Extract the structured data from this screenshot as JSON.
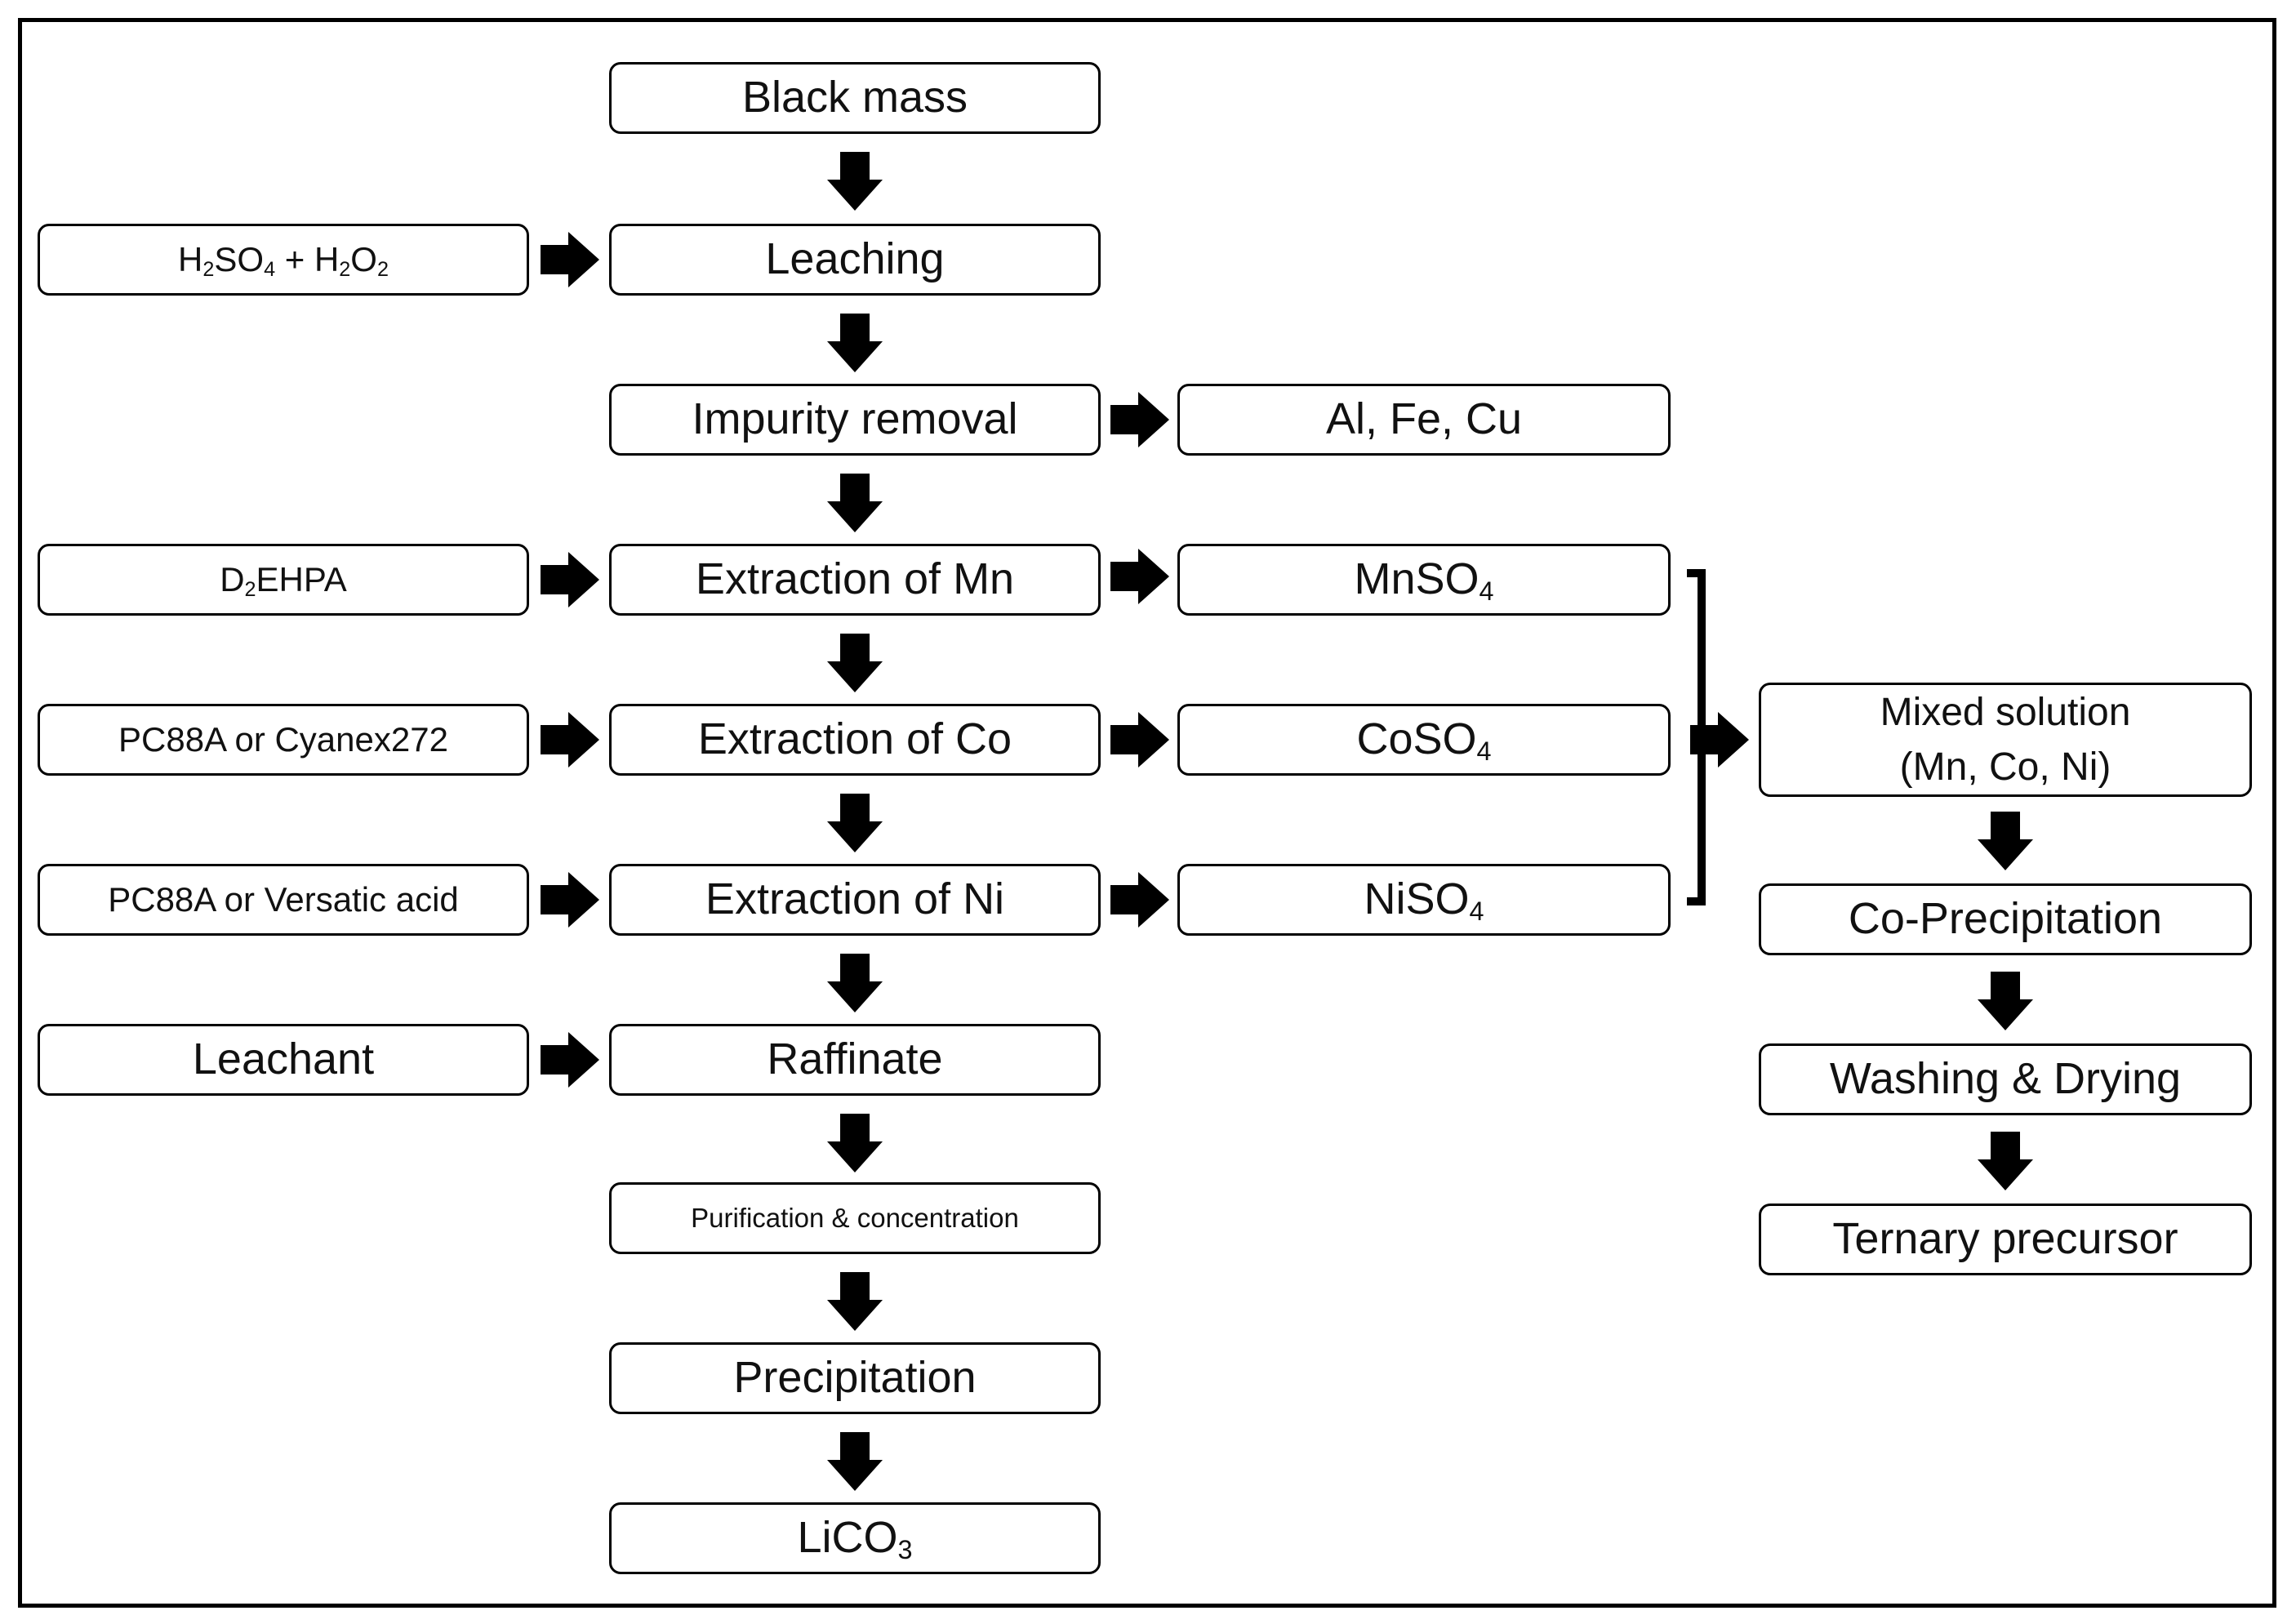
{
  "main_flow": {
    "black_mass": "Black mass",
    "leaching": "Leaching",
    "impurity_removal": "Impurity removal",
    "extraction_mn": "Extraction of Mn",
    "extraction_co": "Extraction of Co",
    "extraction_ni": "Extraction of Ni",
    "raffinate": "Raffinate",
    "purification": "Purification & concentration",
    "precipitation": "Precipitation",
    "lico3": {
      "base": "LiCO",
      "sub": "3"
    }
  },
  "reagents": {
    "leach_agent": {
      "p1": "H",
      "s1": "2",
      "p2": "SO",
      "s2": "4",
      "p3": " + H",
      "s3": "2",
      "p4": "O",
      "s4": "2"
    },
    "d2ehpa": {
      "p1": "D",
      "s1": "2",
      "p2": "EHPA"
    },
    "co_extractant": "PC88A or Cyanex272",
    "ni_extractant": "PC88A or Versatic acid",
    "leachant": "Leachant"
  },
  "products": {
    "impurities": "Al, Fe, Cu",
    "mnso4": {
      "base": "MnSO",
      "sub": "4"
    },
    "coso4": {
      "base": "CoSO",
      "sub": "4"
    },
    "niso4": {
      "base": "NiSO",
      "sub": "4"
    }
  },
  "precursor_flow": {
    "mixed_line1": "Mixed solution",
    "mixed_line2": "(Mn, Co, Ni)",
    "co_precipitation": "Co-Precipitation",
    "washing_drying": "Washing & Drying",
    "ternary_precursor": "Ternary precursor"
  }
}
